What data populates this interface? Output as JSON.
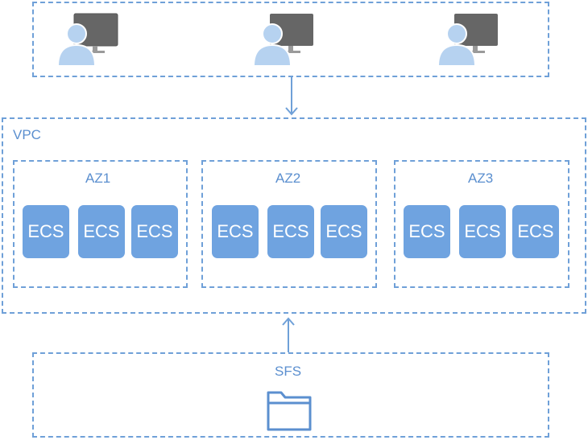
{
  "colors": {
    "accent": "#6fa0d8",
    "node_fill": "#6fa3e0",
    "monitor": "#666666",
    "user": "#b6d2f0"
  },
  "users": [
    {
      "icon": "user-monitor-icon"
    },
    {
      "icon": "user-monitor-icon"
    },
    {
      "icon": "user-monitor-icon"
    }
  ],
  "vpc": {
    "label": "VPC",
    "zones": [
      {
        "label": "AZ1",
        "nodes": [
          "ECS",
          "ECS",
          "ECS"
        ]
      },
      {
        "label": "AZ2",
        "nodes": [
          "ECS",
          "ECS",
          "ECS"
        ]
      },
      {
        "label": "AZ3",
        "nodes": [
          "ECS",
          "ECS",
          "ECS"
        ]
      }
    ]
  },
  "sfs": {
    "label": "SFS",
    "icon": "folder-icon"
  }
}
